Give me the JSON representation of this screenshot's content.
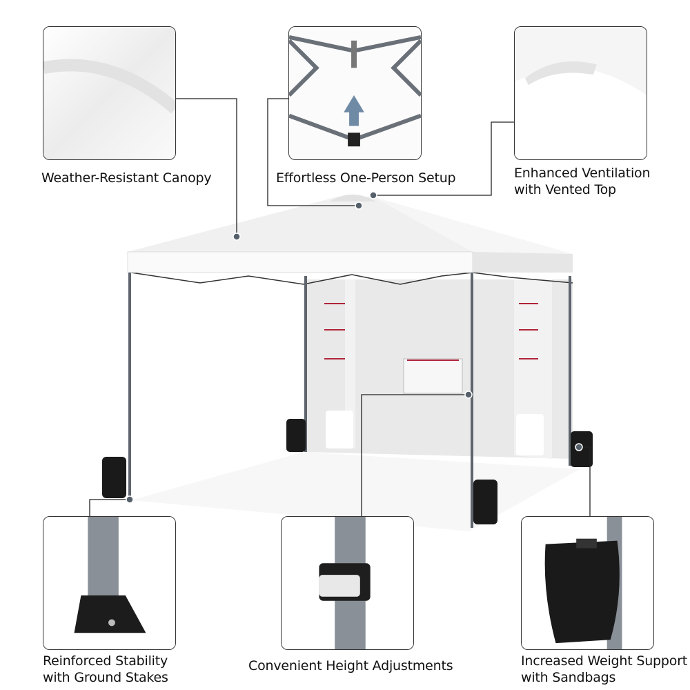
{
  "features": [
    {
      "id": "canopy",
      "lines": [
        "Weather-Resistant Canopy"
      ]
    },
    {
      "id": "setup",
      "lines": [
        "Effortless One-Person Setup"
      ]
    },
    {
      "id": "ventilation",
      "lines": [
        "Enhanced Ventilation",
        "with Vented Top"
      ]
    },
    {
      "id": "stability",
      "lines": [
        "Reinforced Stability",
        "with Ground Stakes"
      ]
    },
    {
      "id": "height",
      "lines": [
        "Convenient Height Adjustments"
      ]
    },
    {
      "id": "weight",
      "lines": [
        "Increased Weight Support",
        "with Sandbags"
      ]
    }
  ],
  "colors": {
    "frame": "#5f656c",
    "canopy": "#f4f4f4",
    "accent": "#b0243a",
    "bag": "#1a1a1a",
    "arrow": "#6f8aa5"
  }
}
